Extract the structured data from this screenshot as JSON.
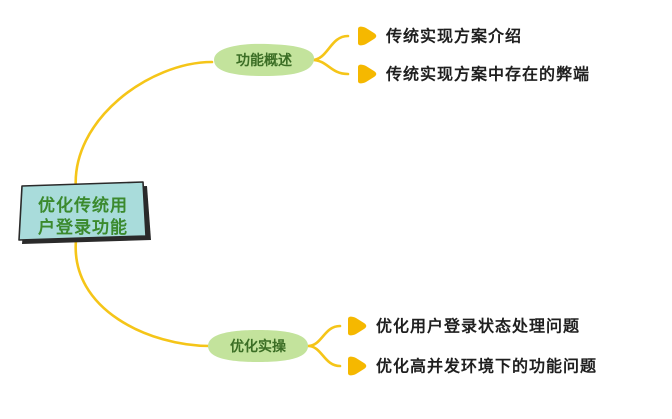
{
  "colors": {
    "connector": "#f5c518",
    "bullet": "#f5b800",
    "root_fill": "#a9dcdb",
    "root_text": "#3b8a2e",
    "branch_fill": "#c3e39c",
    "branch_text": "#3b6e25",
    "leaf_text": "#1f1f1f"
  },
  "mindmap": {
    "root": {
      "line1": "优化传统用",
      "line2": "户登录功能"
    },
    "branches": [
      {
        "label": "功能概述",
        "children": [
          "传统实现方案介绍",
          "传统实现方案中存在的弊端"
        ]
      },
      {
        "label": "优化实操",
        "children": [
          "优化用户登录状态处理问题",
          "优化高并发环境下的功能问题"
        ]
      }
    ]
  }
}
